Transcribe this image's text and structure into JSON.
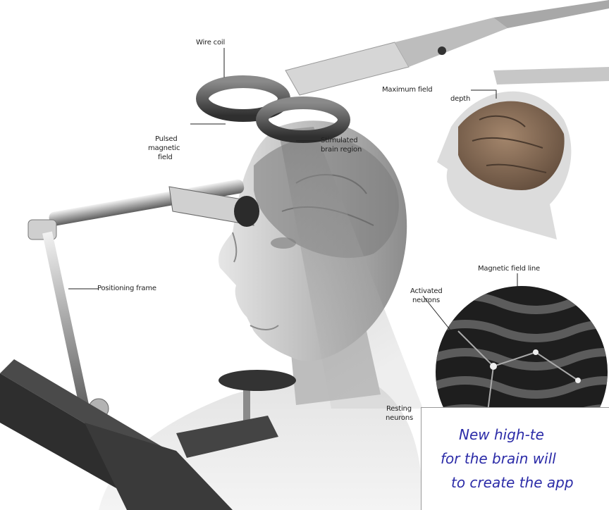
{
  "labels": {
    "wire_coil": "Wire coil",
    "max_field_depth_1": "Maximum field",
    "max_field_depth_2": "depth",
    "pulsed_1": "Pulsed",
    "pulsed_2": "magnetic",
    "pulsed_3": "field",
    "stimulated_1": "Stimulated",
    "stimulated_2": "brain region",
    "positioning_frame": "Positioning frame",
    "magnetic_field_line": "Magnetic field line",
    "activated_1": "Activated",
    "activated_2": "neurons",
    "resting_1": "Resting",
    "resting_2": "neurons"
  },
  "caption": {
    "line1": "New high-te",
    "line2": "for the brain will",
    "line3": "to create the app"
  },
  "colors": {
    "caption_text": "#2c2ca8",
    "label_text": "#222222",
    "skin": "#c9c9c9",
    "brain": "#8a6f5a"
  }
}
